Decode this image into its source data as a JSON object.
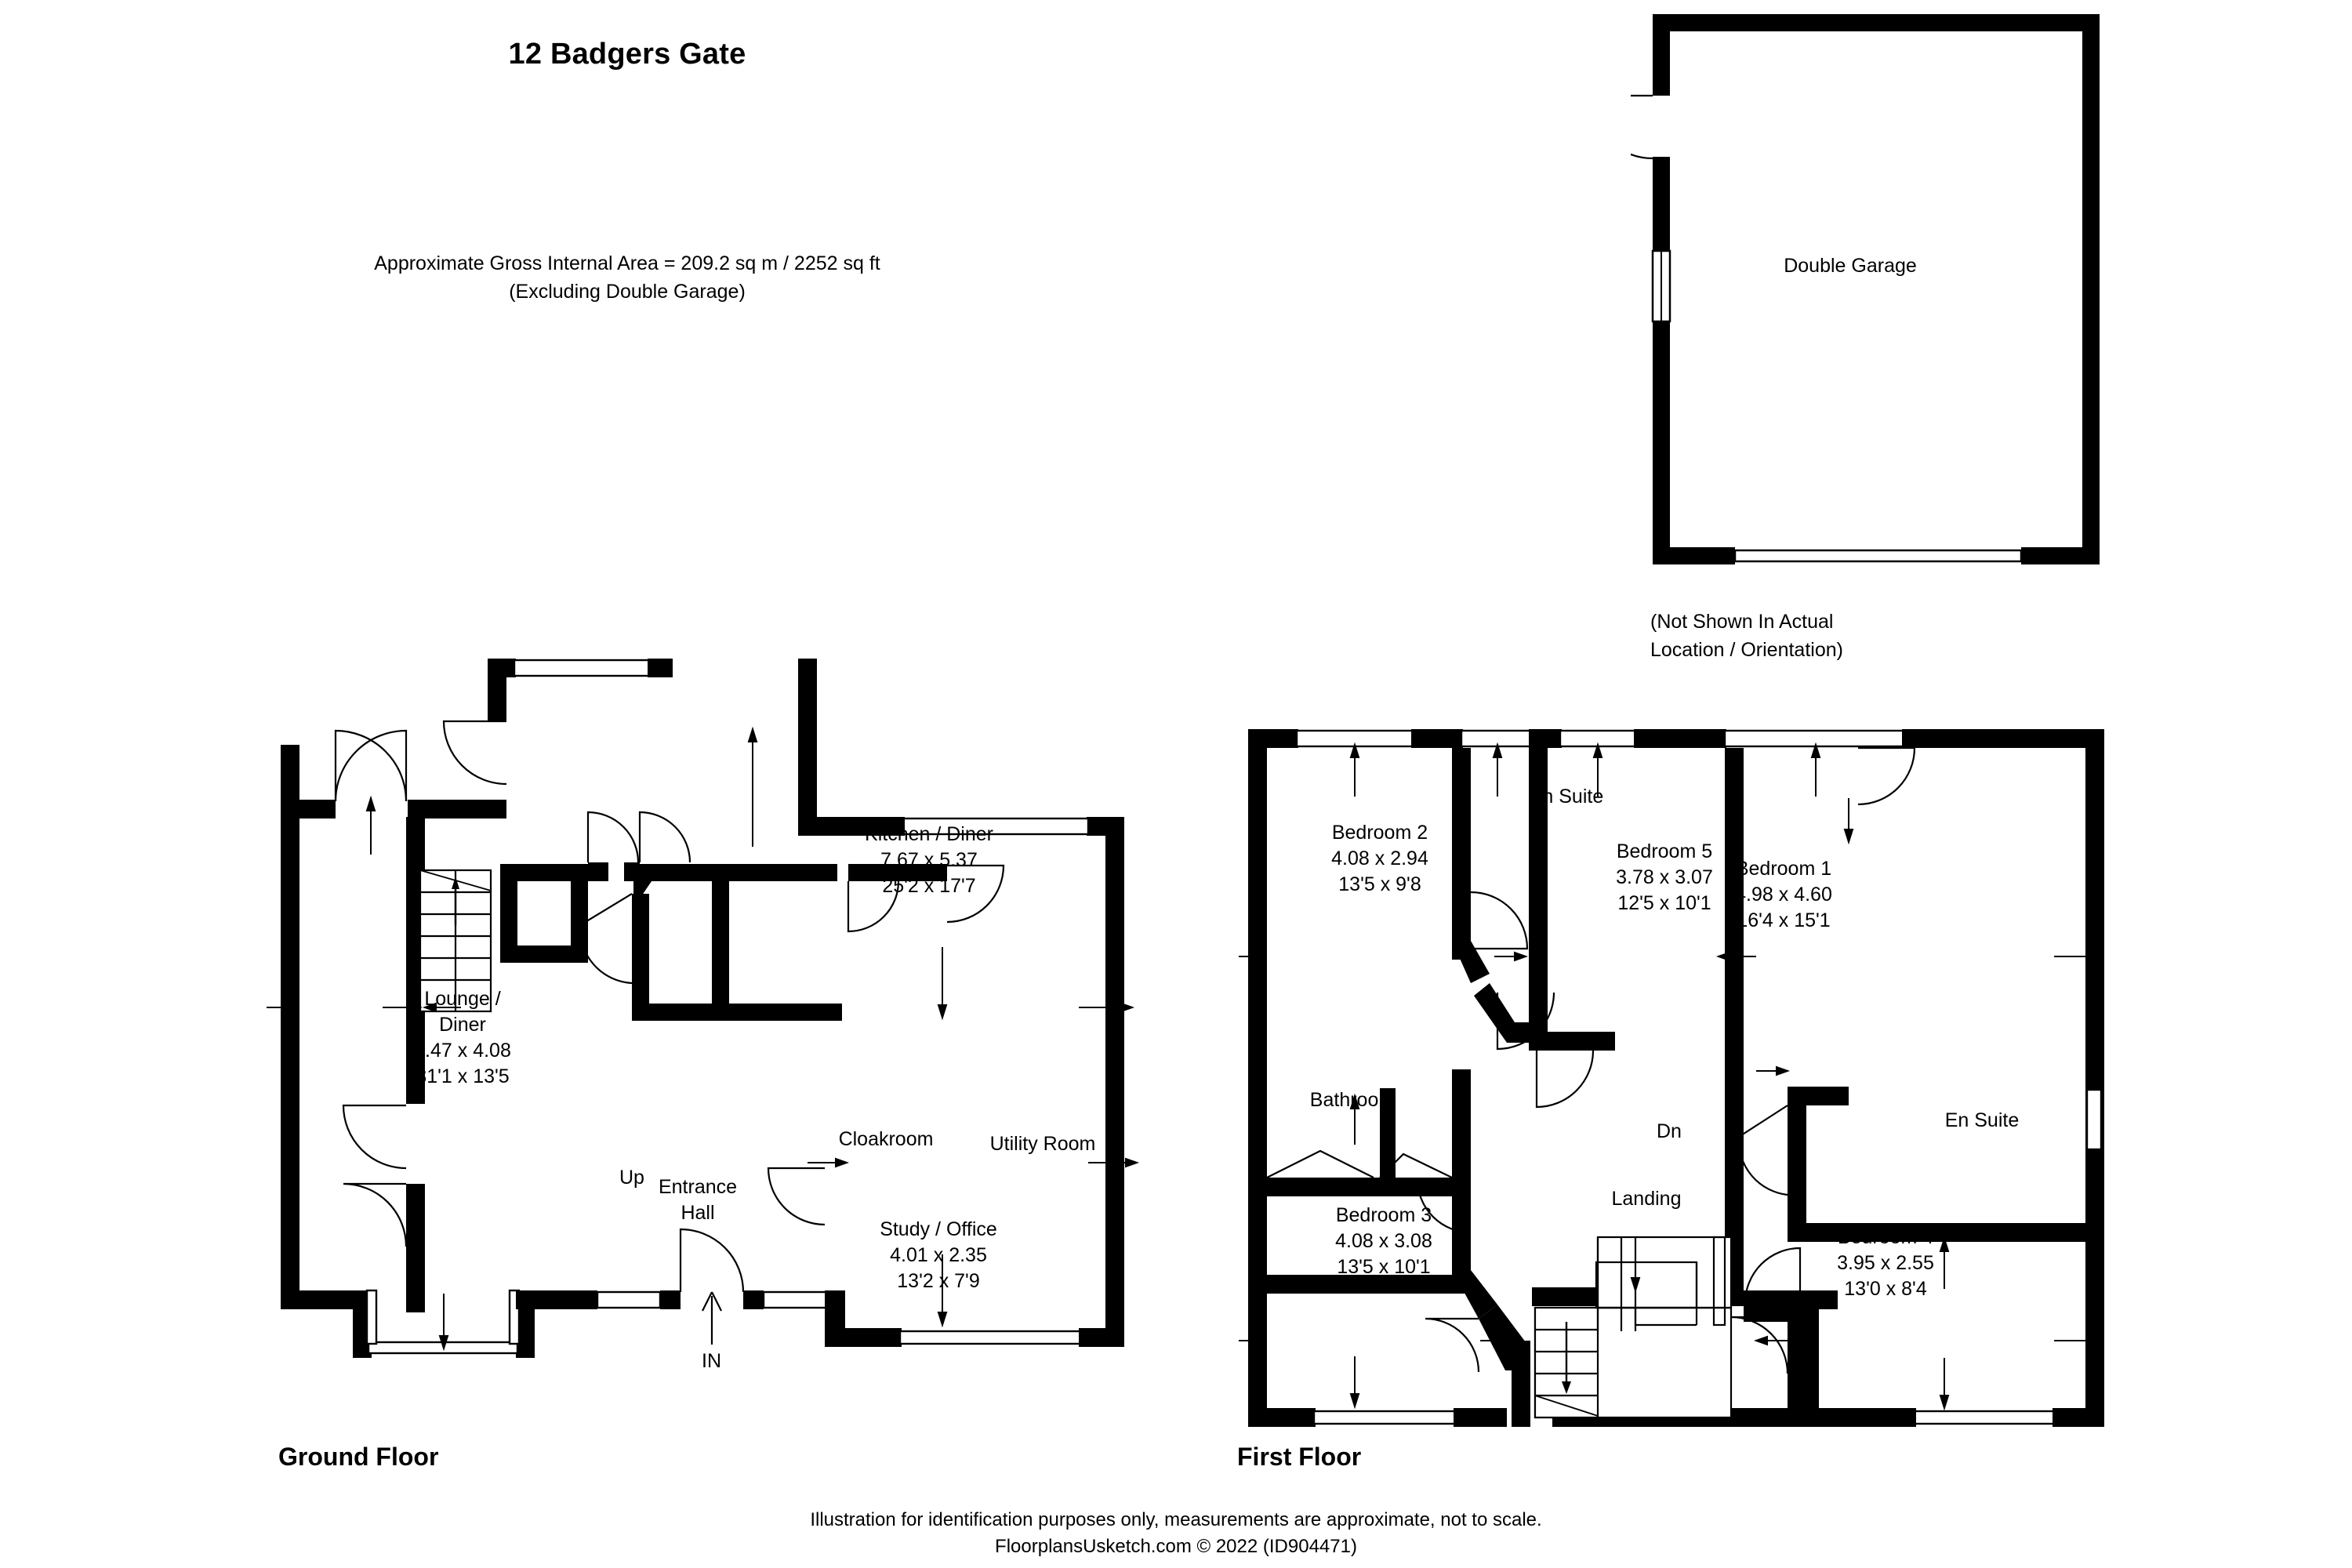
{
  "title": "12 Badgers Gate",
  "area_note": {
    "line1": "Approximate Gross Internal Area = 209.2 sq m / 2252 sq ft",
    "line2": "(Excluding Double Garage)"
  },
  "garage": {
    "label": "Double Garage",
    "note_line1": "(Not Shown In Actual",
    "note_line2": "Location / Orientation)"
  },
  "floors": {
    "ground_label": "Ground Floor",
    "first_label": "First Floor"
  },
  "ground_rooms": [
    {
      "name": "Kitchen / Diner",
      "metric": "7.67 x 5.37",
      "imperial": "25'2 x 17'7"
    },
    {
      "name": "Lounge /",
      "name2": "Diner",
      "metric": "9.47 x 4.08",
      "imperial": "31'1 x 13'5"
    },
    {
      "name": "Cloakroom",
      "metric": "",
      "imperial": ""
    },
    {
      "name": "Utility Room",
      "metric": "",
      "imperial": ""
    },
    {
      "name": "Entrance",
      "name2": "Hall",
      "metric": "",
      "imperial": ""
    },
    {
      "name": "Study / Office",
      "metric": "4.01 x 2.35",
      "imperial": "13'2 x 7'9"
    }
  ],
  "ground_markers": {
    "up": "Up",
    "entry": "IN"
  },
  "first_rooms": [
    {
      "name": "Bedroom 2",
      "metric": "4.08 x 2.94",
      "imperial": "13'5 x 9'8"
    },
    {
      "name": "En Suite",
      "metric": "",
      "imperial": ""
    },
    {
      "name": "Bedroom 5",
      "metric": "3.78 x 3.07",
      "imperial": "12'5 x 10'1"
    },
    {
      "name": "Bedroom 1",
      "metric": "4.98 x 4.60",
      "imperial": "16'4 x 15'1"
    },
    {
      "name": "Bathroom",
      "metric": "",
      "imperial": ""
    },
    {
      "name": "Landing",
      "metric": "",
      "imperial": ""
    },
    {
      "name": "En Suite",
      "metric": "",
      "imperial": ""
    },
    {
      "name": "Bedroom 3",
      "metric": "4.08 x 3.08",
      "imperial": "13'5 x 10'1"
    },
    {
      "name": "Bedroom 4",
      "metric": "3.95 x 2.55",
      "imperial": "13'0 x 8'4"
    }
  ],
  "first_markers": {
    "down": "Dn"
  },
  "footer": {
    "line1": "Illustration for identification purposes only, measurements are approximate, not to scale.",
    "line2": "FloorplansUsketch.com © 2022 (ID904471)"
  },
  "colors": {
    "wall": "#000000",
    "paper": "#ffffff",
    "text": "#000000"
  }
}
